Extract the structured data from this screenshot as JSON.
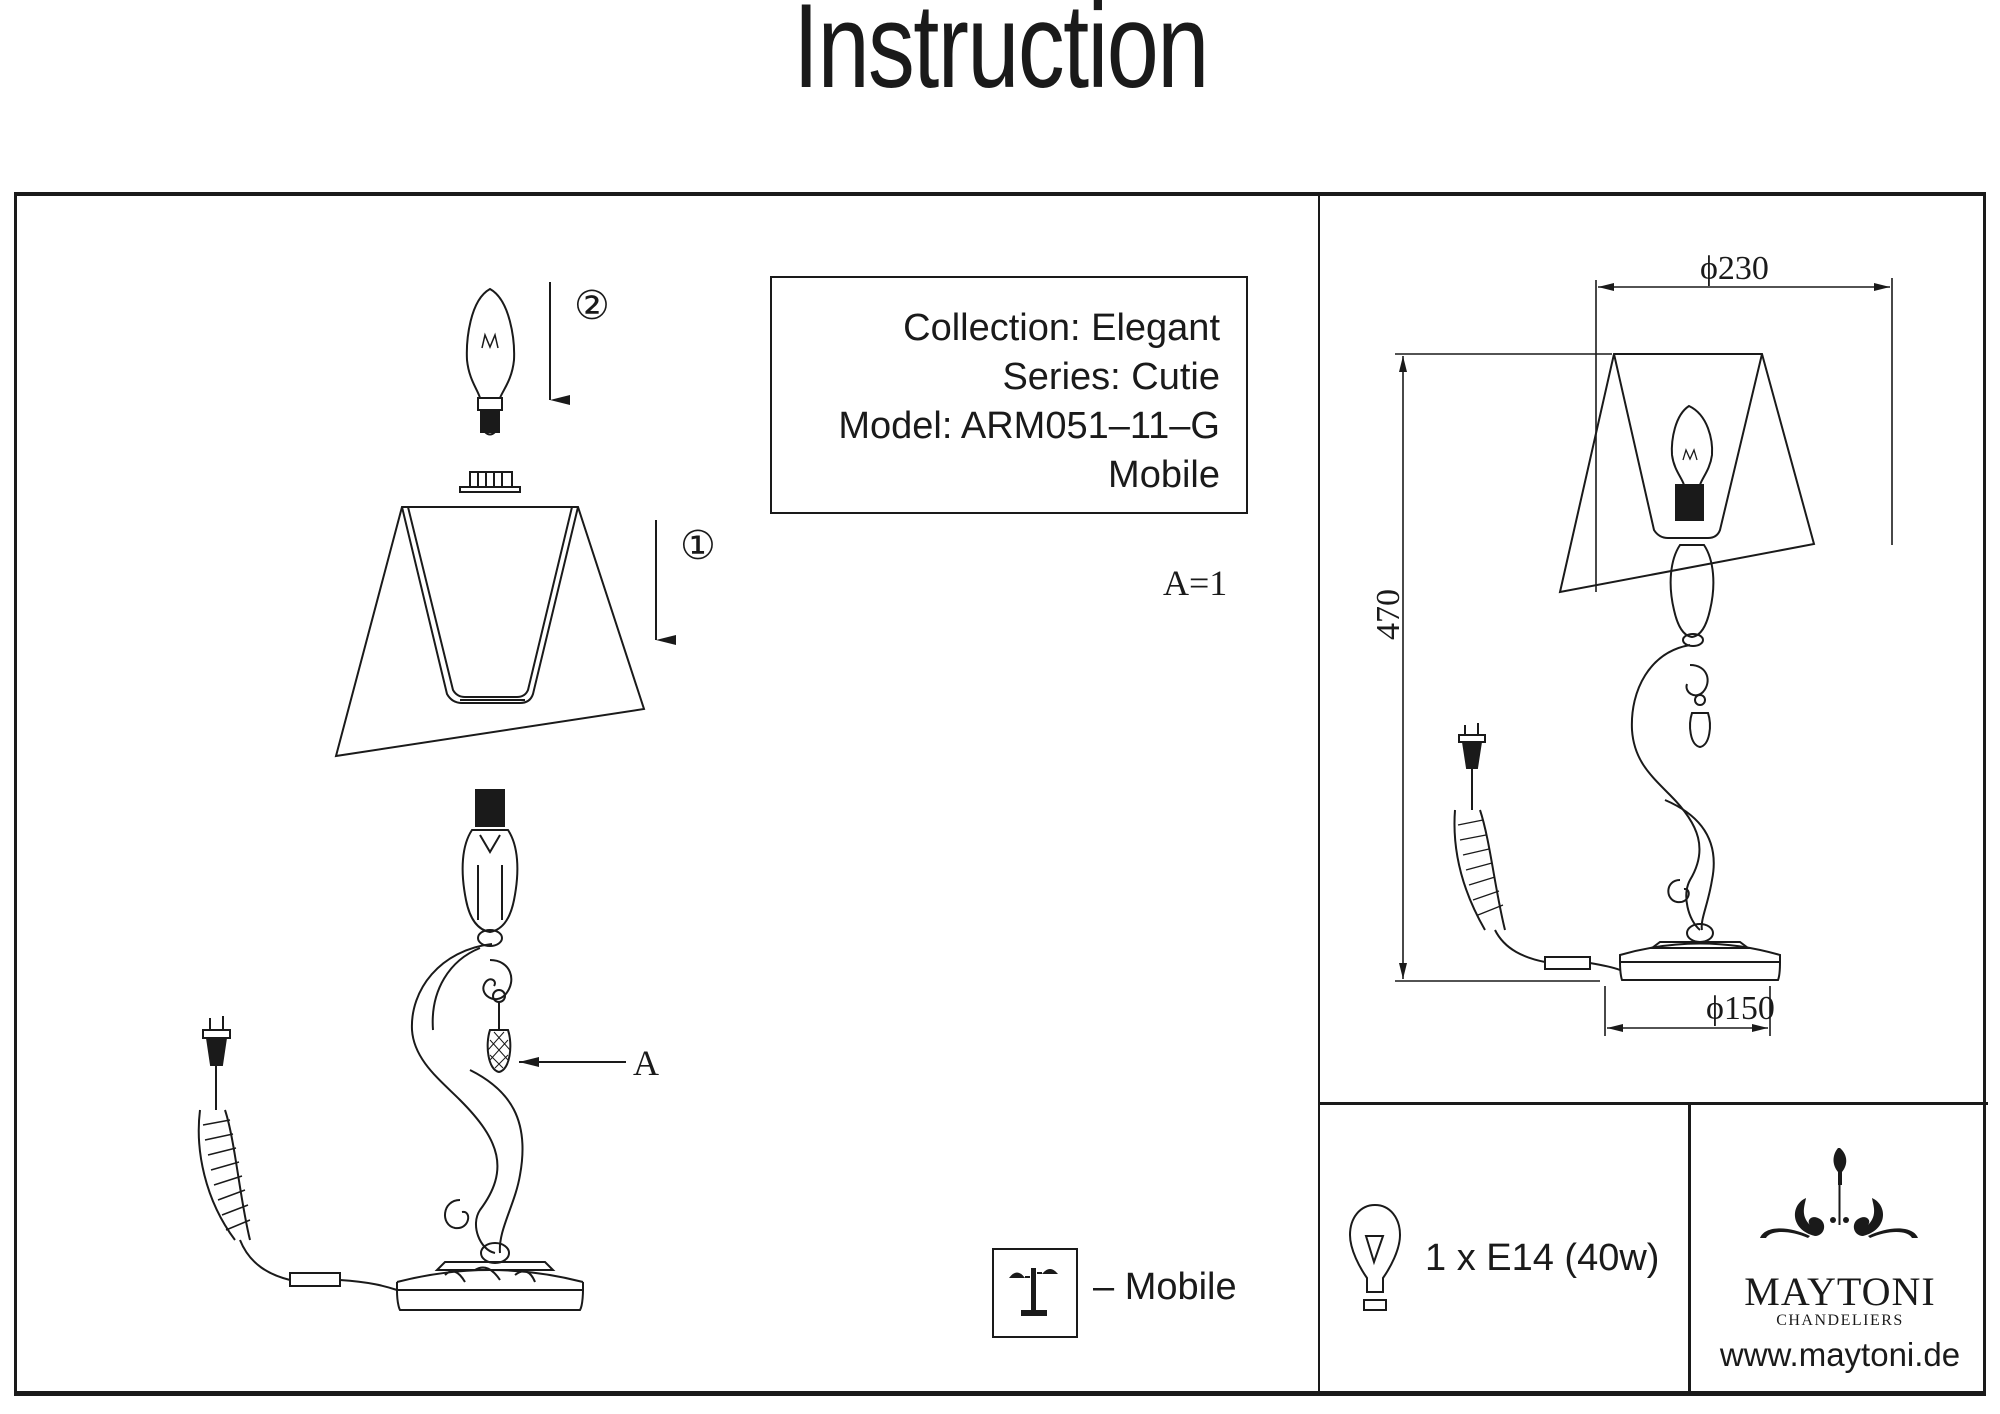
{
  "page": {
    "title": "Instruction"
  },
  "product_info": {
    "collection": "Collection: Elegant",
    "series": "Series: Cutie",
    "model": "Model: ARM051–11–G",
    "type": "Mobile"
  },
  "assembly": {
    "step_1_marker": "①",
    "step_2_marker": "②",
    "part_a_label": "A",
    "part_count": "A=1",
    "icons": [
      "candle-bulb-icon",
      "bulb-cap-ring-icon",
      "lamp-shade-icon",
      "lamp-base-icon",
      "crystal-pendant-icon",
      "plug-cord-icon",
      "down-arrow-icon"
    ]
  },
  "dimensions": {
    "shade_diameter": "ϕ230",
    "height": "470",
    "base_diameter": "ϕ150"
  },
  "legend": {
    "mobile_symbol": "mobile-table-lamp-icon",
    "mobile_label": "– Mobile"
  },
  "bulb": {
    "icon": "light-bulb-icon",
    "spec": "1 x E14 (40w)"
  },
  "brand": {
    "logo": "maytoni-ornament-logo",
    "name": "MAYTONI",
    "subtitle": "CHANDELIERS",
    "website": "www.maytoni.de"
  }
}
